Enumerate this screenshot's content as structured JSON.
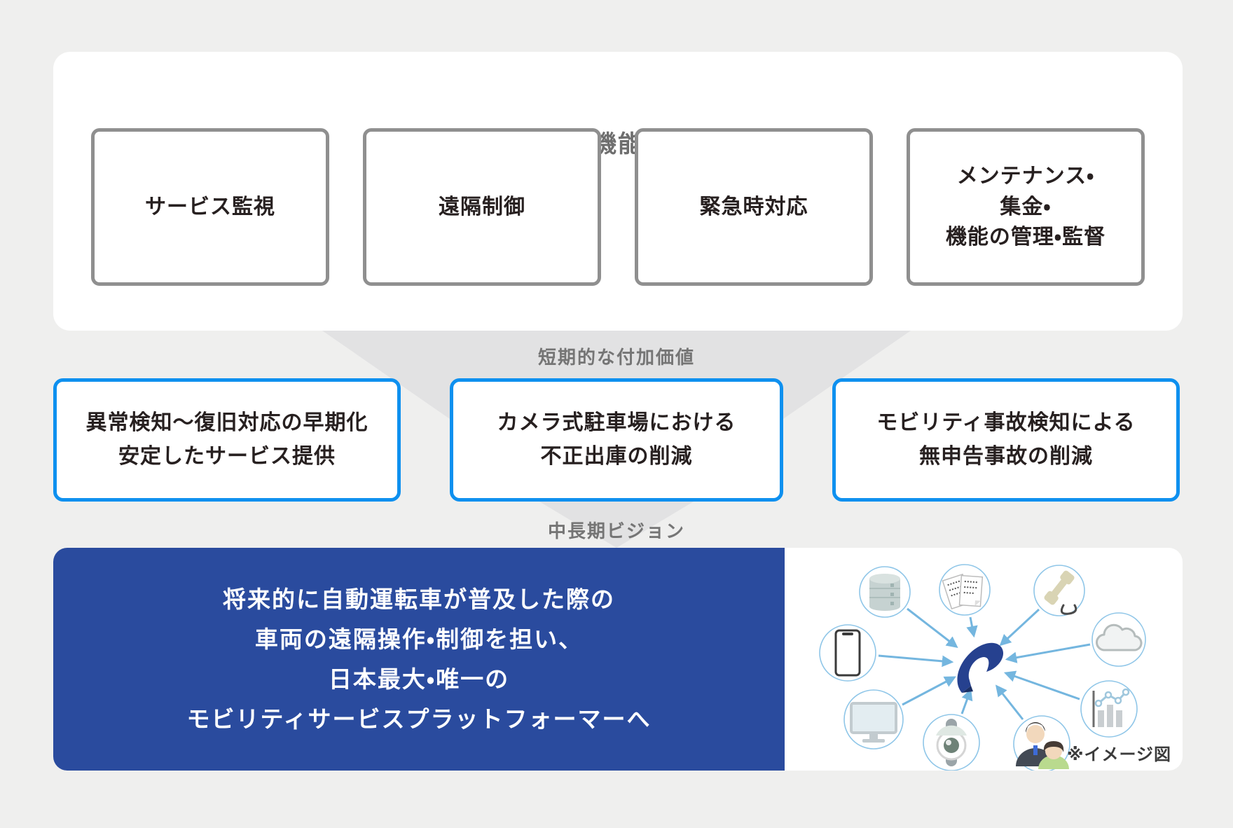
{
  "page": {
    "background": "#efefee"
  },
  "colors": {
    "accent_blue": "#0e90ef",
    "navy_panel": "#2a4b9e",
    "funnel_gray": "#e2e2e3",
    "box_border_gray": "#8f8f8f",
    "label_gray": "#757575",
    "arrow_blue": "#74b6df",
    "logo_navy": "#26418f"
  },
  "functions": {
    "title": "機能",
    "boxes": [
      {
        "lines": [
          "サービス監視"
        ]
      },
      {
        "lines": [
          "遠隔制御"
        ]
      },
      {
        "lines": [
          "緊急時対応"
        ]
      },
      {
        "lines": [
          "メンテナンス・",
          "集金・",
          "機能の管理・監督"
        ]
      }
    ]
  },
  "short_term": {
    "label": "短期的な付加価値",
    "boxes": [
      {
        "lines": [
          "異常検知〜復旧対応の早期化",
          "安定したサービス提供"
        ]
      },
      {
        "lines": [
          "カメラ式駐車場における",
          "不正出庫の削減"
        ]
      },
      {
        "lines": [
          "モビリティ事故検知による",
          "無申告事故の削減"
        ]
      }
    ]
  },
  "vision": {
    "label": "中長期ビジョン",
    "lines": [
      "将来的に自動運転車が普及した際の",
      "車両の遠隔操作・制御を担い、",
      "日本最大・唯一の",
      "モビリティサービスプラットフォーマーへ"
    ]
  },
  "illustration": {
    "caption": "※イメージ図",
    "icons": [
      "database-icon",
      "documents-icon",
      "phone-handset-icon",
      "cloud-icon",
      "smartphone-icon",
      "monitor-icon",
      "camera-icon",
      "people-icon",
      "chart-icon"
    ]
  }
}
